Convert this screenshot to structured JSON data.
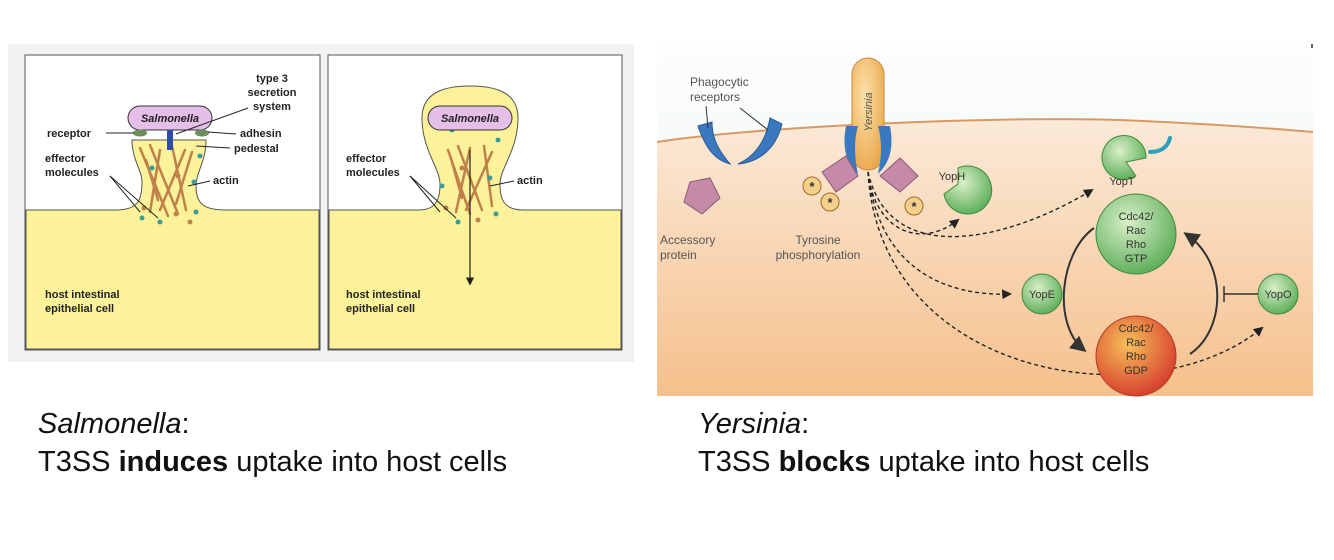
{
  "salmonella_panels": {
    "panel1": {
      "organism": "Salmonella",
      "labels": {
        "t3ss_line1": "type 3",
        "t3ss_line2": "secretion",
        "t3ss_line3": "system",
        "receptor": "receptor",
        "adhesin": "adhesin",
        "pedestal": "pedestal",
        "effector_line1": "effector",
        "effector_line2": "molecules",
        "actin": "actin",
        "host_line1": "host intestinal",
        "host_line2": "epithelial cell"
      }
    },
    "panel2": {
      "organism": "Salmonella",
      "labels": {
        "effector_line1": "effector",
        "effector_line2": "molecules",
        "actin": "actin",
        "host_line1": "host intestinal",
        "host_line2": "epithelial cell"
      }
    }
  },
  "yersinia_panel": {
    "organism": "Yersinia",
    "labels": {
      "phago_line1": "Phagocytic",
      "phago_line2": "receptors",
      "accessory_line1": "Accessory",
      "accessory_line2": "protein",
      "tyrosine_line1": "Tyrosine",
      "tyrosine_line2": "phosphorylation",
      "phospho_symbol": "*"
    },
    "nodes": {
      "yoph": "YopH",
      "yopt": "YopT",
      "yope": "YopE",
      "yopo": "YopO",
      "gtp_line1": "Cdc42/",
      "gtp_line2": "Rac",
      "gtp_line3": "Rho",
      "gtp_line4": "GTP",
      "gdp_line1": "Cdc42/",
      "gdp_line2": "Rac",
      "gdp_line3": "Rho",
      "gdp_line4": "GDP"
    }
  },
  "captions": {
    "left": {
      "organism": "Salmonella",
      "colon": ":",
      "prefix": "T3SS ",
      "verb": "induces",
      "suffix": " uptake into host cells"
    },
    "right": {
      "organism": "Yersinia",
      "colon": ":",
      "prefix": "T3SS ",
      "verb": "blocks",
      "suffix": " uptake into host cells"
    }
  },
  "colors": {
    "host_cell": "#fbf29a",
    "bacterium": "#e6bfe8",
    "actin": "#c0804a",
    "yersinia_body": "#f4c77e",
    "membrane_top": "#fbe8d4",
    "membrane_fill": "#f6c89a",
    "receptor_blue": "#3a78c0",
    "node_green": "#7cc47a",
    "node_red": "#e25a3c"
  }
}
